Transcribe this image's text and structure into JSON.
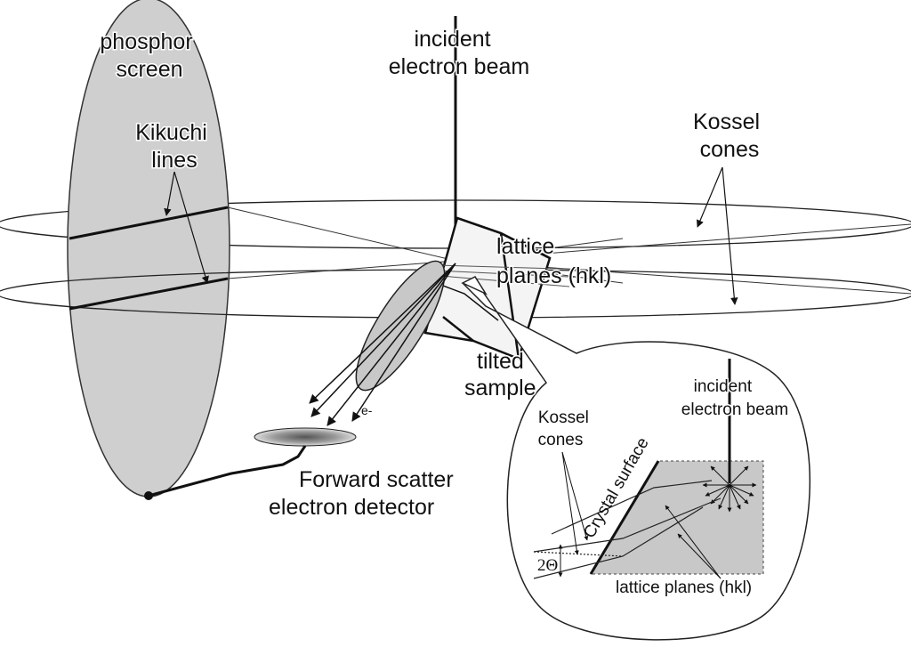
{
  "labels": {
    "phosphor_screen": [
      "phosphor",
      "screen"
    ],
    "kikuchi_lines": [
      "Kikuchi",
      "lines"
    ],
    "incident_beam": [
      "incident",
      "electron beam"
    ],
    "kossel_cones": [
      "Kossel",
      "cones"
    ],
    "lattice_planes": [
      "lattice",
      "planes (hkl)"
    ],
    "tilted_sample": [
      "tilted",
      "sample"
    ],
    "electron": "e-",
    "forward_scatter": [
      "Forward scatter",
      "electron detector"
    ]
  },
  "inset": {
    "incident_beam": [
      "incident",
      "electron beam"
    ],
    "kossel_cones": [
      "Kossel",
      "cones"
    ],
    "crystal_surface": "Crystal surface",
    "two_theta": "2Θ",
    "lattice_planes": "lattice planes (hkl)"
  },
  "colors": {
    "screen_fill": "#cfcfcf",
    "line": "#111111",
    "inset_fill": "#c8c8c8"
  }
}
